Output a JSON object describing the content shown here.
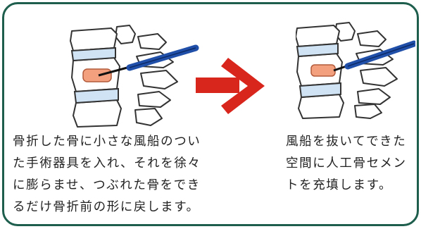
{
  "step1": {
    "lines": [
      "骨折した骨に小さな風船のつい",
      "た手術器具を入れ、それを徐々",
      "に膨らませ、つぶれた骨をでき",
      "るだけ骨折前の形に戻します。"
    ]
  },
  "step2": {
    "lines": [
      "風船を抜いてできた",
      "空間に人工骨セメン",
      "トを充填します。"
    ]
  },
  "colors": {
    "border": "#1e5e4c",
    "arrow": "#d9261c",
    "disc": "#cfe3f5",
    "balloon": "#f2a07e",
    "instrument": "#1f4fa8"
  },
  "icons": {
    "left": "vertebrae-balloon-inflation-icon",
    "arrow": "right-arrow-icon",
    "right": "vertebrae-cement-filling-icon"
  }
}
